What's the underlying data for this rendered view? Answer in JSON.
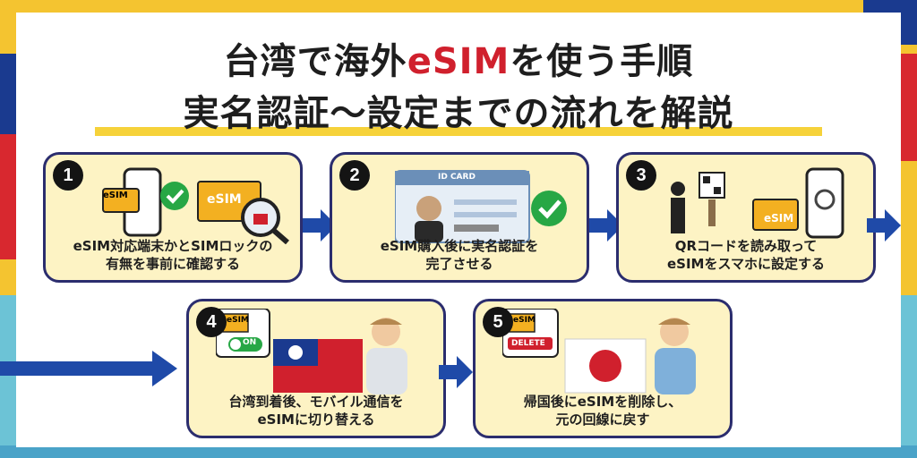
{
  "title": {
    "line1_pre": "台湾で海外",
    "line1_accent": "eSIM",
    "line1_post": "を使う手順",
    "line2": "実名認証〜設定までの流れを解説"
  },
  "steps": [
    {
      "num": "1",
      "line1": "eSIM対応端末かとSIMロックの",
      "line2": "有無を事前に確認する",
      "chip_label": "eSIM",
      "chip_label2": "eSIM"
    },
    {
      "num": "2",
      "line1": "eSIM購入後に実名認証を",
      "line2": "完了させる",
      "id_card_label": "ID CARD"
    },
    {
      "num": "3",
      "line1": "QRコードを読み取って",
      "line2": "eSIMをスマホに設定する",
      "chip_label": "eSIM"
    },
    {
      "num": "4",
      "line1": "台湾到着後、モバイル通信を",
      "line2": "eSIMに切り替える",
      "chip_label": "eSIM",
      "toggle_label": "ON"
    },
    {
      "num": "5",
      "line1": "帰国後にeSIMを削除し、",
      "line2": "元の回線に戻す",
      "chip_label": "eSIM",
      "delete_label": "DELETE"
    }
  ],
  "colors": {
    "accent_red": "#d0202d",
    "step_bg": "#fdf3c4",
    "step_border": "#2b2d6e",
    "arrow_blue": "#1f4aa8",
    "highlight": "#f6d23a"
  },
  "icons": [
    "check-icon",
    "magnifier-lock-icon",
    "phone-icon",
    "person-icon",
    "qr-code-icon",
    "gear-icon",
    "taiwan-flag-icon",
    "japan-flag-icon",
    "arrow-right-icon"
  ]
}
